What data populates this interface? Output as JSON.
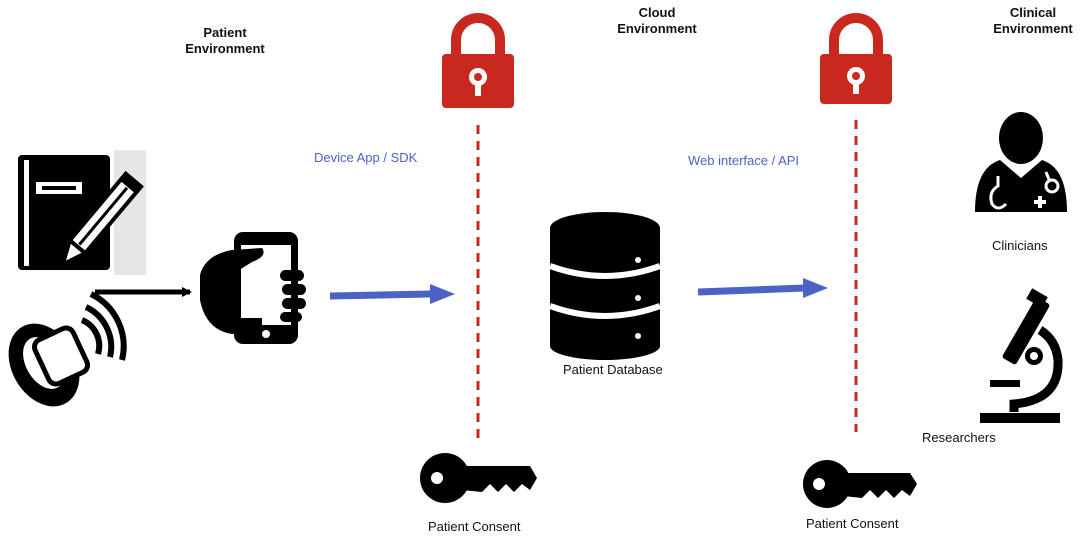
{
  "headings": {
    "patient_line1": "Patient",
    "patient_line2": "Environment",
    "cloud_line1": "Cloud",
    "cloud_line2": "Environment",
    "clinical_line1": "Clinical",
    "clinical_line2": "Environment"
  },
  "labels": {
    "device_app": "Device App /  SDK",
    "web_interface": "Web interface / API",
    "patient_database": "Patient Database",
    "clinicians": "Clinicians",
    "researchers": "Researchers",
    "consent_left": "Patient Consent",
    "consent_right": "Patient Consent"
  },
  "colors": {
    "lock_red": "#c8281e",
    "arrow_blue": "#4a63c4",
    "label_blue": "#4a63c4",
    "icon_black": "#000000"
  },
  "icons": [
    "notebook-pencil-icon",
    "wearable-sensor-icon",
    "hand-phone-icon",
    "padlock-icon",
    "database-icon",
    "key-icon",
    "doctor-icon",
    "microscope-icon"
  ]
}
